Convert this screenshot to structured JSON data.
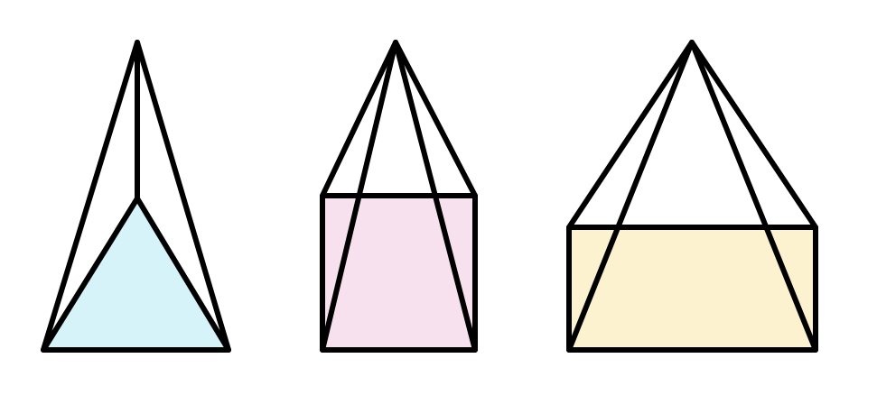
{
  "figures": [
    {
      "name": "triangular-pyramid",
      "base_shape": "triangle",
      "base_fill": "#d6f3fa"
    },
    {
      "name": "square-pyramid",
      "base_shape": "square",
      "base_fill": "#f7e1ee"
    },
    {
      "name": "rectangular-pyramid",
      "base_shape": "rectangle",
      "base_fill": "#fcf2cf"
    }
  ],
  "colors": {
    "background": "#ffffff",
    "edge": "#000000"
  }
}
